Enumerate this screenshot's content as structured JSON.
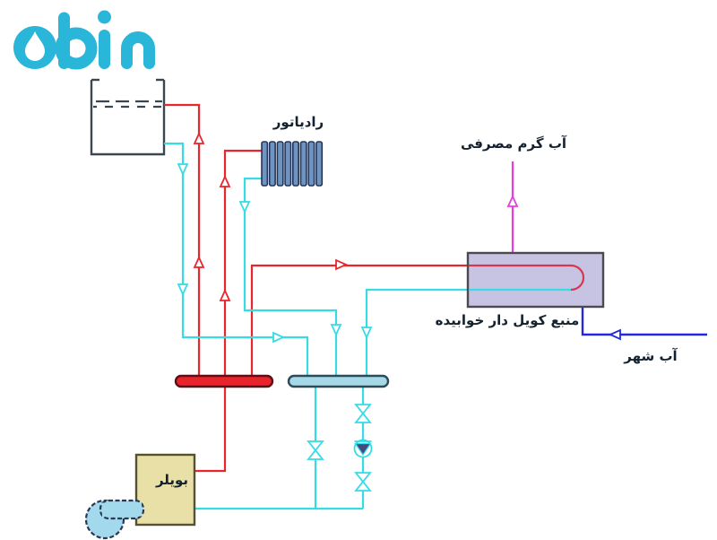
{
  "logo": {
    "text": "abin",
    "color": "#29b6d8"
  },
  "diagram": {
    "labels": {
      "radiator": "رادیاتور",
      "dhw": "آب گرم مصرفی",
      "coil_tank": "منبع کویل دار خوابیده",
      "city_water": "آب شهر",
      "boiler": "بویلر"
    },
    "colors": {
      "supply_line": "#e8262b",
      "return_line": "#35dce6",
      "dhw_line": "#e93ce0",
      "city_water_line": "#2228dd",
      "radiator_fill": "#6f94c0",
      "supply_header_fill": "#e8232b",
      "return_header_fill": "#a6d9e8",
      "coil_tank_fill": "#c7c3e3",
      "boiler_fill": "#e9e0a7",
      "pump_fill": "#a2d9ed",
      "outline": "#3c4650"
    }
  }
}
